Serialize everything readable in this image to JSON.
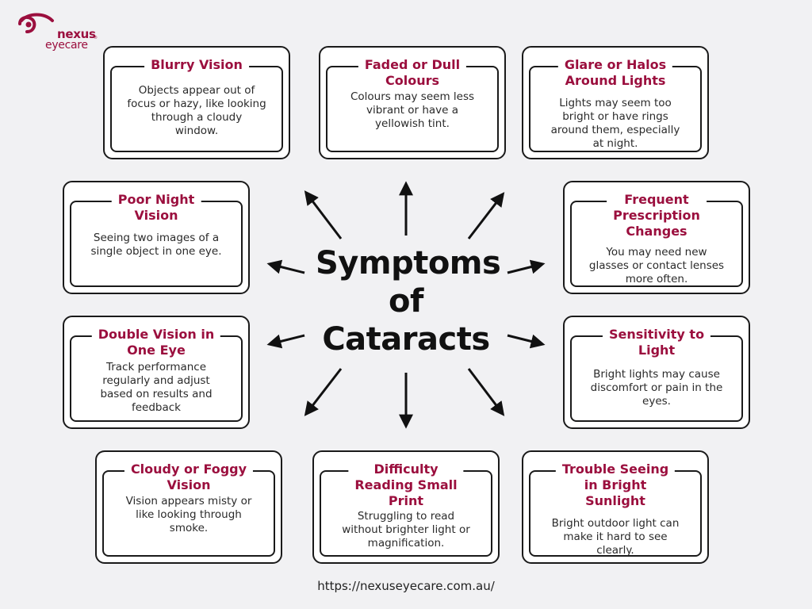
{
  "brand": {
    "line1": "nexus",
    "line2": "eyecare",
    "reg": "®",
    "color": "#9b0f3e"
  },
  "center_title": [
    "Symptoms",
    "of",
    "Cataracts"
  ],
  "cards": {
    "blurry_vision": {
      "title": [
        "Blurry Vision"
      ],
      "description": [
        "Objects appear out of",
        "focus or hazy, like looking",
        "through a cloudy",
        "window."
      ]
    },
    "faded_colours": {
      "title": [
        "Faded or Dull",
        "Colours"
      ],
      "description": [
        "Colours may seem less",
        "vibrant or have a",
        "yellowish tint."
      ]
    },
    "glare_halos": {
      "title": [
        "Glare or Halos",
        "Around Lights"
      ],
      "description": [
        "Lights may seem too",
        "bright or have rings",
        "around them, especially",
        "at night."
      ]
    },
    "poor_night_vision": {
      "title": [
        "Poor Night",
        "Vision"
      ],
      "description": [
        "Seeing two images of a",
        "single object in one eye."
      ]
    },
    "prescription_changes": {
      "title": [
        "Frequent",
        "Prescription",
        "Changes"
      ],
      "description": [
        "You may need new",
        "glasses or contact lenses",
        "more often."
      ]
    },
    "double_vision": {
      "title": [
        "Double Vision in",
        "One Eye"
      ],
      "description": [
        "Track performance",
        "regularly and adjust",
        "based on results and",
        "feedback"
      ]
    },
    "light_sensitivity": {
      "title": [
        "Sensitivity to",
        "Light"
      ],
      "description": [
        "Bright lights may cause",
        "discomfort or pain in the",
        "eyes."
      ]
    },
    "cloudy_vision": {
      "title": [
        "Cloudy or Foggy",
        "Vision"
      ],
      "description": [
        "Vision appears misty or",
        "like looking through",
        "smoke."
      ]
    },
    "reading_difficulty": {
      "title": [
        "Difficulty",
        "Reading Small",
        "Print"
      ],
      "description": [
        "Struggling to read",
        "without brighter light or",
        "magnification."
      ]
    },
    "bright_sunlight": {
      "title": [
        "Trouble Seeing",
        "in Bright",
        "Sunlight"
      ],
      "description": [
        "Bright outdoor light can",
        "make it hard to see",
        "clearly."
      ]
    }
  },
  "footer_url": "https://nexuseyecare.com.au/"
}
